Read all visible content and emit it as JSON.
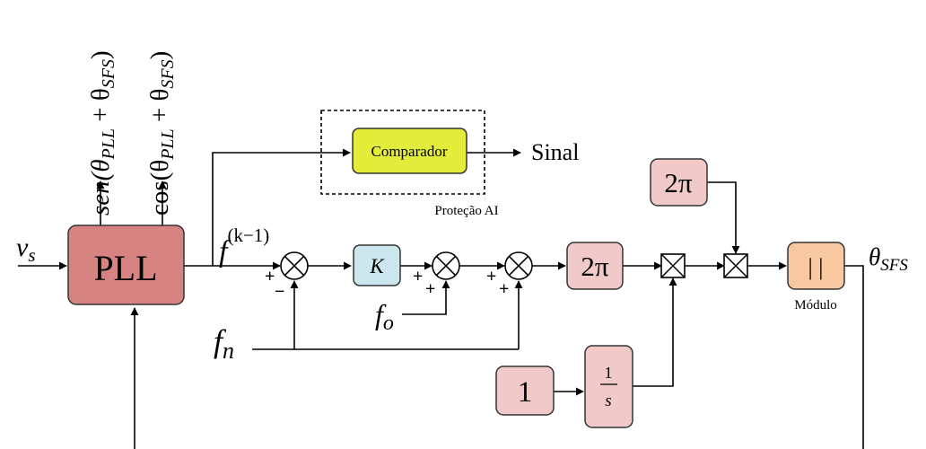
{
  "colors": {
    "pll_block": "#d78382",
    "gain_block": "#cde7ee",
    "pink_block": "#f0c9c8",
    "comparator_block": "#e3ec3a",
    "modulus_block": "#f8c8a0",
    "wire": "#000000"
  },
  "signals": {
    "vs_main": "v",
    "vs_sub": "s",
    "sin_prefix": "sen(θ",
    "cos_prefix": "cos(θ",
    "pll_sub": "PLL",
    "plus": " + θ",
    "sfs_sub": "SFS",
    "close_paren": ")",
    "f_prev_main": "f",
    "f_prev_sup": "(k−1)",
    "fo_main": "f",
    "fo_sub": "o",
    "fn_main": "f",
    "fn_sub": "n",
    "theta_out_main": "θ",
    "theta_out_sub": "SFS",
    "signal_out": "Sinal",
    "plus_sign": "+",
    "minus_sign": "−"
  },
  "blocks": {
    "pll": "PLL",
    "gain": "K",
    "two_pi_a": "2π",
    "two_pi_b": "2π",
    "one": "1",
    "integrator_num": "1",
    "integrator_den": "s",
    "modulus": "| |",
    "comparator": "Comparador"
  },
  "labels": {
    "protection": "Proteção AI",
    "modulus": "Módulo"
  },
  "icons": {
    "summing_junction": "circle-x-icon",
    "multiplier": "square-x-icon",
    "arrowhead": "arrow-icon"
  }
}
